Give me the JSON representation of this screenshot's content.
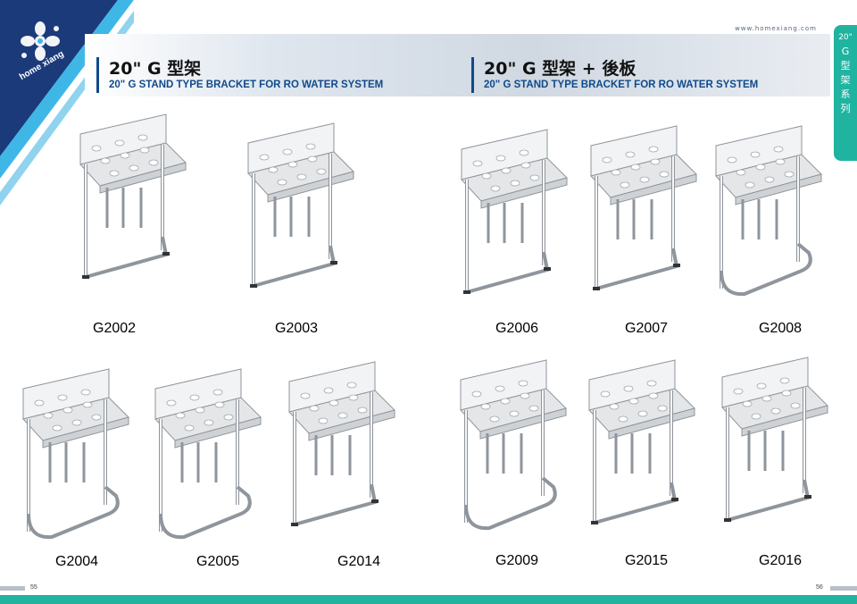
{
  "brand": {
    "logo_text": "home xiang",
    "website": "www.homexiang.com"
  },
  "sections": [
    {
      "title": "20\" G 型架",
      "subtitle": "20\" G STAND TYPE BRACKET FOR RO WATER SYSTEM"
    },
    {
      "title": "20\" G 型架 + 後板",
      "subtitle": "20\" G STAND TYPE BRACKET FOR RO WATER SYSTEM"
    }
  ],
  "side_tab": [
    "20\"",
    "G",
    "型",
    "架",
    "系",
    "列"
  ],
  "products": [
    {
      "code": "G2002",
      "style": "square"
    },
    {
      "code": "G2003",
      "style": "square"
    },
    {
      "code": "G2006",
      "style": "square"
    },
    {
      "code": "G2007",
      "style": "square"
    },
    {
      "code": "G2008",
      "style": "rounded"
    },
    {
      "code": "G2004",
      "style": "rounded"
    },
    {
      "code": "G2005",
      "style": "rounded"
    },
    {
      "code": "G2014",
      "style": "square"
    },
    {
      "code": "G2009",
      "style": "rounded"
    },
    {
      "code": "G2015",
      "style": "square"
    },
    {
      "code": "G2016",
      "style": "square"
    }
  ],
  "pages": {
    "left": "55",
    "right": "56"
  },
  "colors": {
    "navy": "#0f4a8c",
    "teal": "#1fb3a0",
    "cyan": "#3fb7e6",
    "label_blue": "#2b5a98"
  }
}
